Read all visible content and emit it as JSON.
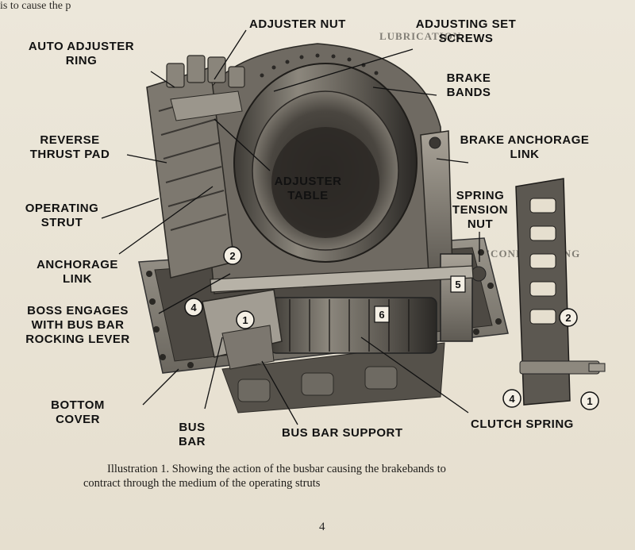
{
  "page": {
    "top_fragment": "is to cause the p",
    "page_number": "4",
    "caption_line1": "Illustration 1.  Showing the action of the busbar causing the brakebands to",
    "caption_line2": "contract through the medium of the operating struts"
  },
  "bleed_through": {
    "heading_lubrication": "LUBRICATION",
    "heading_reconditioning": "RECONDITIONING"
  },
  "labels": {
    "adjuster_nut": "ADJUSTER NUT",
    "auto_adjuster_ring_1": "AUTO ADJUSTER",
    "auto_adjuster_ring_2": "RING",
    "adjusting_set_screws_1": "ADJUSTING SET",
    "adjusting_set_screws_2": "SCREWS",
    "brake_bands_1": "BRAKE",
    "brake_bands_2": "BANDS",
    "reverse_thrust_pad_1": "REVERSE",
    "reverse_thrust_pad_2": "THRUST PAD",
    "brake_anchorage_link_1": "BRAKE ANCHORAGE",
    "brake_anchorage_link_2": "LINK",
    "adjuster_table_1": "ADJUSTER",
    "adjuster_table_2": "TABLE",
    "operating_strut_1": "OPERATING",
    "operating_strut_2": "STRUT",
    "spring_tension_nut_1": "SPRING",
    "spring_tension_nut_2": "TENSION",
    "spring_tension_nut_3": "NUT",
    "anchorage_link_1": "ANCHORAGE",
    "anchorage_link_2": "LINK",
    "boss_1": "BOSS ENGAGES",
    "boss_2": "WITH BUS BAR",
    "boss_3": "ROCKING LEVER",
    "bottom_cover_1": "BOTTOM",
    "bottom_cover_2": "COVER",
    "bus_bar_1": "BUS",
    "bus_bar_2": "BAR",
    "bus_bar_support": "BUS BAR SUPPORT",
    "clutch_spring": "CLUTCH SPRING"
  },
  "callouts": {
    "n1": "1",
    "n2": "2",
    "n4": "4",
    "n5": "5",
    "n6": "6",
    "inset_n1": "1",
    "inset_n2": "2",
    "inset_n4": "4"
  }
}
